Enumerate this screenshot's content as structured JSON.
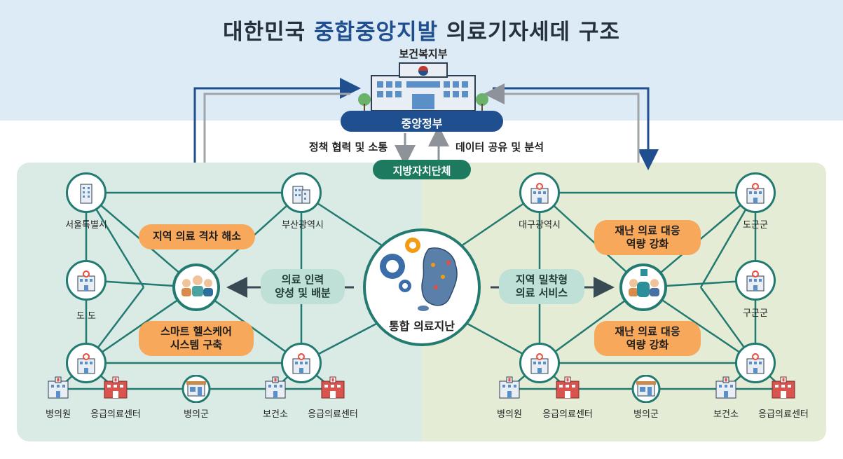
{
  "title_prefix": "대한민국 ",
  "title_highlight": "중합중앙지발",
  "title_suffix": " 의료기자세데 구조",
  "ministry_label": "보건복지부",
  "central_gov_label": "중앙정부",
  "policy_left": "정책 협력 및 소통",
  "policy_right": "데이터 공유 및 분석",
  "local_gov_label": "지방자치단체",
  "center_label": "통합 의료지난",
  "left": {
    "seoul": "서울특별시",
    "busan": "부산광역시",
    "dodo": "도 도",
    "pill_gap": "지역 의료 격차 해소",
    "pill_workforce_1": "의료 인력",
    "pill_workforce_2": "양성 및 배분",
    "pill_smart_1": "스마트 헬스케어",
    "pill_smart_2": "시스템 구축",
    "b1": "병의원",
    "b2": "응급의료센터",
    "b3": "병의군",
    "b4": "보건소",
    "b5": "응급의료센터"
  },
  "right": {
    "daegu": "대구광역시",
    "dogun": "도군군",
    "gugun": "구군군",
    "pill_disaster_a1": "재난 의료 대응",
    "pill_disaster_a2": "역량 강화",
    "pill_local_1": "지역 밀착형",
    "pill_local_2": "의료 서비스",
    "pill_disaster_b1": "재난 의료 대응",
    "pill_disaster_b2": "역량 강화",
    "b1": "병의원",
    "b2": "응급의료센터",
    "b3": "병의군",
    "b4": "보건소",
    "b5": "응급의료센터"
  },
  "colors": {
    "navy": "#1f4f8f",
    "teal": "#237a70",
    "orange": "#f7a85a",
    "left_panel": "#d9ebe4",
    "right_panel": "#e4ecd6",
    "header_bg": "#dcebf6"
  }
}
